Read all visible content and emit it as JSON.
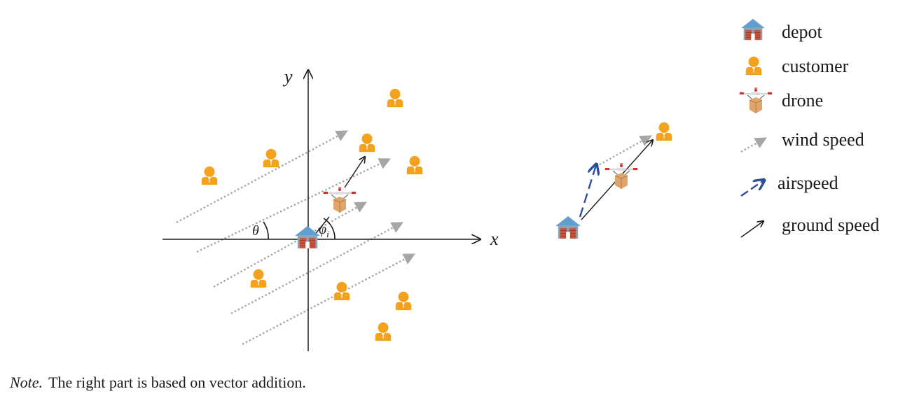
{
  "axes": {
    "x_label": "x",
    "y_label": "y"
  },
  "angles": {
    "theta": "θ",
    "phi": "φ",
    "phi_subscript": "i"
  },
  "legend": {
    "items": [
      {
        "icon": "depot-icon",
        "label": "depot"
      },
      {
        "icon": "customer-icon",
        "label": "customer"
      },
      {
        "icon": "drone-icon",
        "label": "drone"
      },
      {
        "icon": "wind-speed-arrow-icon",
        "label": "wind speed"
      },
      {
        "icon": "airspeed-arrow-icon",
        "label": "airspeed"
      },
      {
        "icon": "ground-speed-arrow-icon",
        "label": "ground speed"
      }
    ]
  },
  "note": {
    "prefix": "Note.",
    "text": "The right part is based on vector addition."
  },
  "colors": {
    "customer": "#f4a11d",
    "depot_roof": "#5f9fd0",
    "depot_wall": "#8fa3b5",
    "depot_brick": "#c9573f",
    "wind": "#a6a6a6",
    "airspeed": "#2a4d9c",
    "ground": "#1a1a1a",
    "drone_box": "#e0a56a",
    "drone_accent": "#d42b2b"
  }
}
